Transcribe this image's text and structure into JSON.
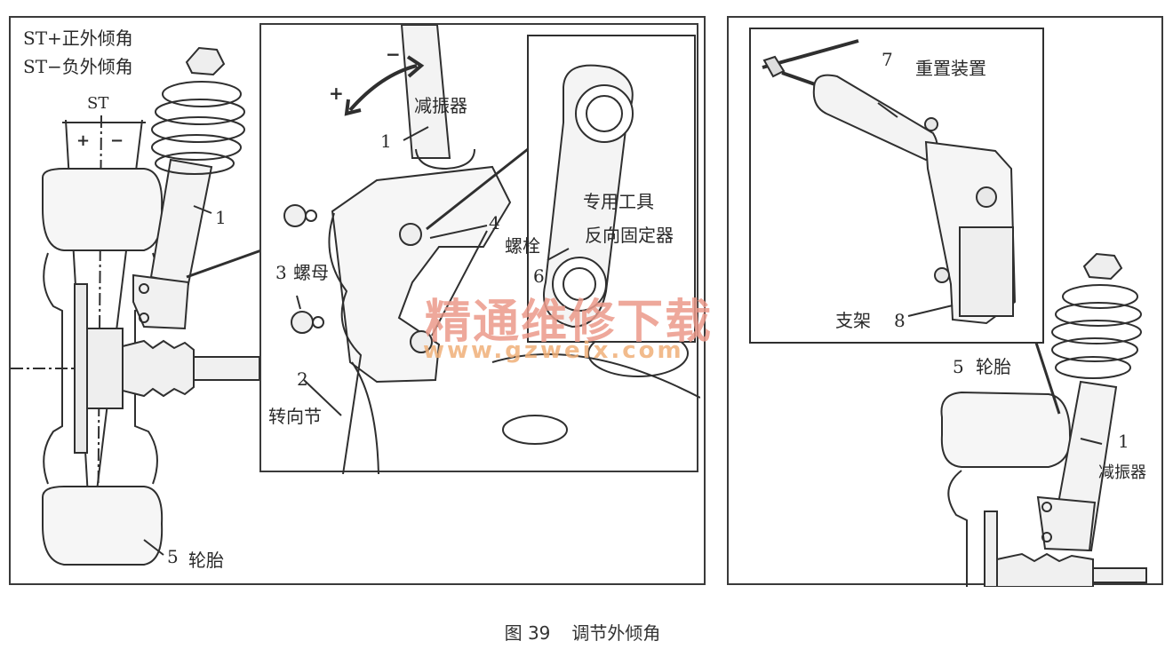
{
  "figure": {
    "number": "图 39",
    "title": "调节外倾角"
  },
  "watermark": {
    "cn": "精通维修下载",
    "url": "www.gzweix.com"
  },
  "left_panel": {
    "legend_pos": "ST+正外倾角",
    "legend_neg": "ST−负外倾角",
    "st_label": "ST",
    "plus": "+",
    "minus": "−",
    "strut_num": "1",
    "tire_num": "5",
    "tire_label": "轮胎"
  },
  "inset_panel": {
    "arrow_minus": "−",
    "arrow_plus": "+",
    "damper_label": "减振器",
    "damper_num": "1",
    "nut_num": "3",
    "nut_label": "螺母",
    "knuckle_num": "2",
    "knuckle_label": "转向节",
    "bolt_num": "4",
    "bolt_label": "螺栓",
    "tool_num": "6",
    "tool_label_1": "专用工具",
    "tool_label_2": "反向固定器"
  },
  "right_panel": {
    "reset_num": "7",
    "reset_label": "重置装置",
    "bracket_label": "支架",
    "bracket_num": "8",
    "tire_num": "5",
    "tire_label": "轮胎",
    "damper_num": "1",
    "damper_label": "减振器"
  },
  "colors": {
    "line": "#2f2f2f",
    "fill": "#f4f4f4",
    "watermark_red": "#ec9a8a",
    "watermark_orange": "#f0b078"
  }
}
